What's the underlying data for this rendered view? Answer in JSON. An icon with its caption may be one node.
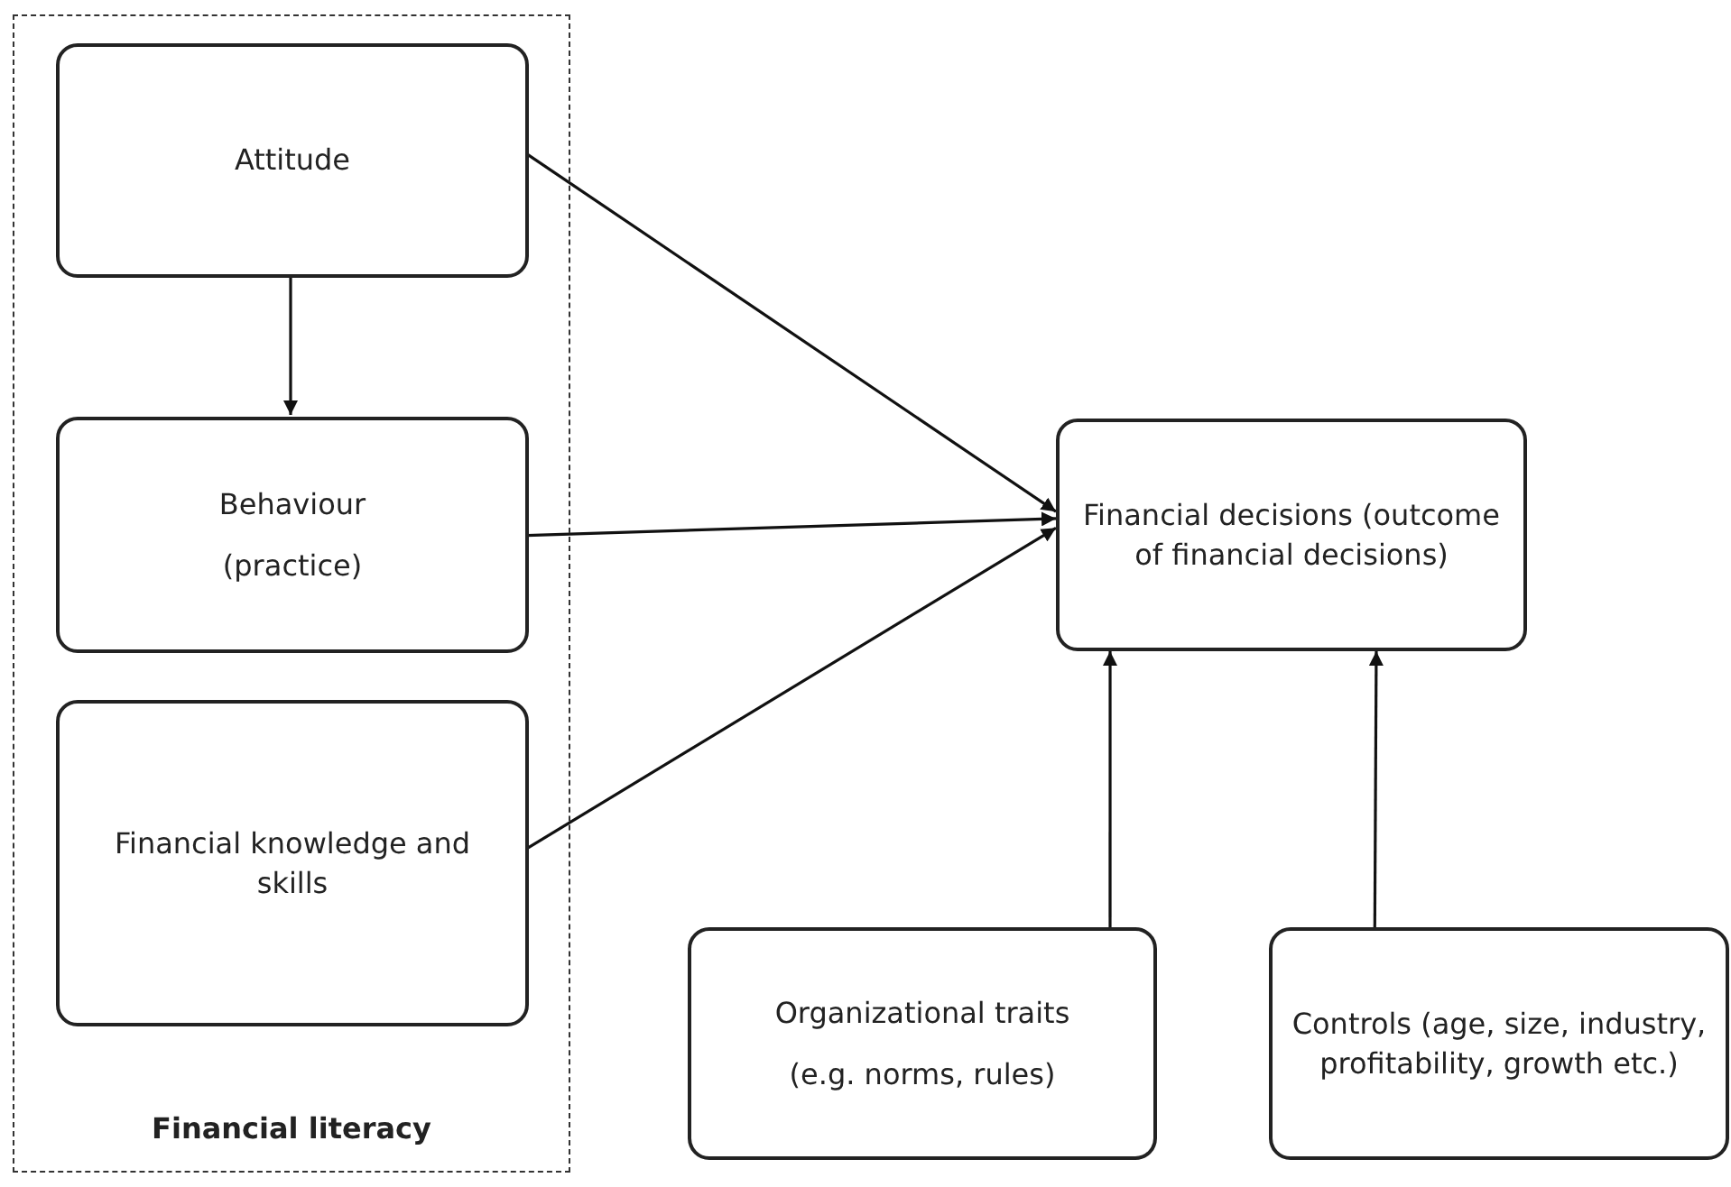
{
  "diagram": {
    "nodes": [
      {
        "text": [
          "Financial literacy"
        ]
      },
      {
        "text": [
          "Attitude"
        ],
        "in": 0
      },
      {
        "text": [
          "Behaviour",
          "(practice)"
        ],
        "in": 0
      },
      {
        "text": [
          "Financial knowledge and skills"
        ],
        "in": 0
      },
      {
        "text": [
          "Financial decisions (outcome of financial decisions)"
        ]
      },
      {
        "text": [
          "Organizational traits",
          "(e.g. norms, rules)"
        ]
      },
      {
        "text": [
          "Controls (age, size, industry, profitability, growth etc.)"
        ]
      }
    ],
    "edges": [
      {
        "from": 1,
        "to": 2,
        "arrow": "to"
      },
      {
        "from": 1,
        "to": 4,
        "arrow": "to"
      },
      {
        "from": 2,
        "to": 4,
        "arrow": "to"
      },
      {
        "from": 3,
        "to": 4,
        "arrow": "to"
      },
      {
        "from": 5,
        "to": 4,
        "arrow": "to"
      },
      {
        "from": 6,
        "to": 4,
        "arrow": "to"
      }
    ]
  }
}
